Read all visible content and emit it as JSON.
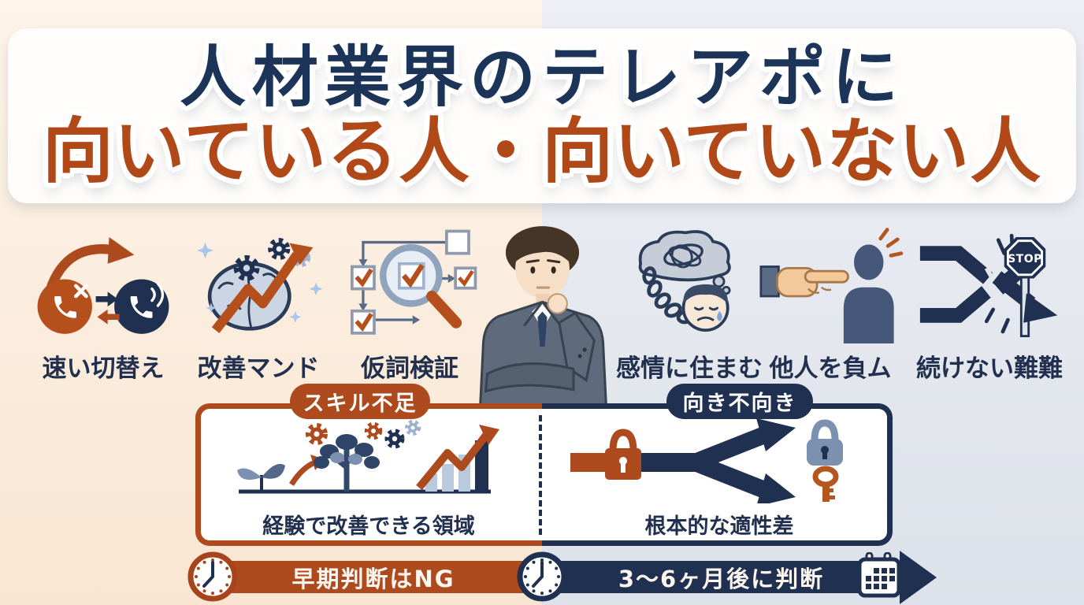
{
  "title": {
    "line1": "人材業界のテレアポに",
    "line2": "向いている人・向いていない人"
  },
  "suited_traits": [
    {
      "label": "速い切替え",
      "icon": "phone-switch-icon"
    },
    {
      "label": "改善マンド",
      "icon": "brain-growth-icon"
    },
    {
      "label": "仮詞検証",
      "icon": "hypothesis-check-icon"
    }
  ],
  "unsuited_traits": [
    {
      "label": "感情に住まむ",
      "icon": "emotional-burden-icon"
    },
    {
      "label": "他人を負ム",
      "icon": "blame-others-icon"
    },
    {
      "label": "続けない難難",
      "icon": "cannot-continue-icon"
    }
  ],
  "comparison": {
    "left": {
      "badge": "スキル不足",
      "caption": "経験で改善できる領域"
    },
    "right": {
      "badge": "向き不向き",
      "caption": "根本的な適性差"
    }
  },
  "timeline": {
    "left_label": "早期判断はNG",
    "right_label": "3〜6ヶ月後に判断"
  },
  "stop_label": "STOP",
  "colors": {
    "accent_orange": "#ad4a1e",
    "navy": "#203050",
    "title_navy": "#1c3457",
    "title_orange": "#b04818",
    "left_background": "#f9e6d2",
    "right_background": "#dde1e9",
    "slate_blue": "#7c91af"
  }
}
